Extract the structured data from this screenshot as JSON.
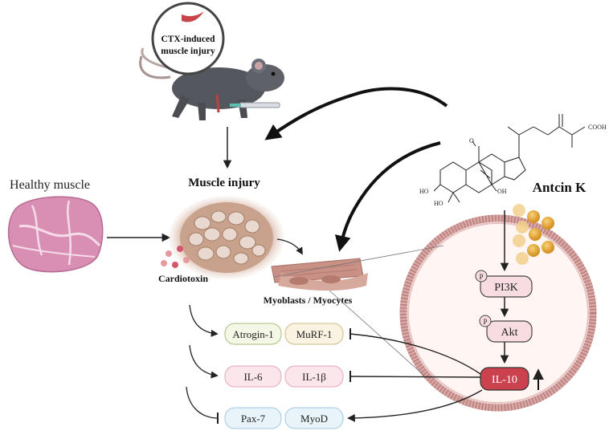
{
  "bubble": {
    "line1": "CTX-induced",
    "line2": "muscle injury"
  },
  "labels": {
    "muscle_injury": "Muscle injury",
    "healthy_muscle": "Healthy muscle",
    "cardiotoxin": "Cardiotoxin",
    "myoblasts": "Myoblasts / Myocytes",
    "compound": "Antcin K"
  },
  "chem": {
    "cooh": "COOH",
    "ho1": "HO",
    "ho2": "HO",
    "oh": "OH"
  },
  "markers": {
    "atrogin": "Atrogin-1",
    "murf": "MuRF-1",
    "il6": "IL-6",
    "il1b": "IL-1β",
    "pax7": "Pax-7",
    "myod": "MyoD"
  },
  "pathway": {
    "pi3k": "PI3K",
    "akt": "Akt",
    "il10": "IL-10",
    "phospho": "P"
  },
  "colors": {
    "green_fill": "#f4f7e6",
    "green_stroke": "#a9bf7a",
    "pink_fill": "#fbe6ec",
    "pink_stroke": "#e7a6b9",
    "blue_fill": "#e9f4fa",
    "blue_stroke": "#9fc9df",
    "il10_fill": "#c9424d",
    "pathway_fill": "#f7dde1"
  }
}
